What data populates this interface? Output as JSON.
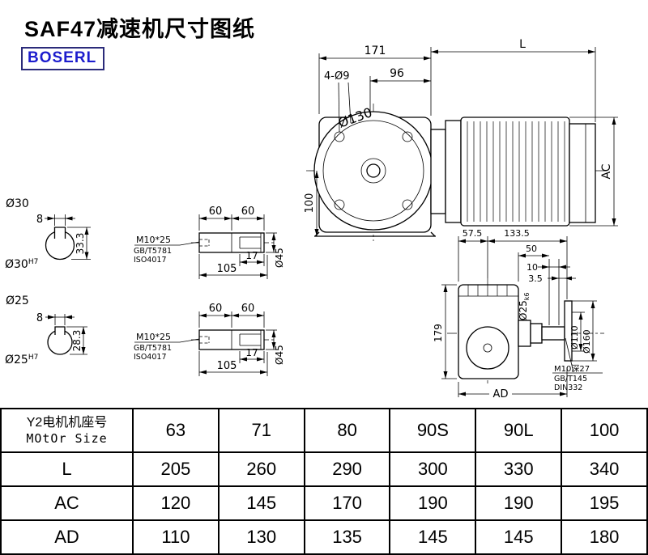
{
  "colors": {
    "logo": "#1c1ccd",
    "logo_border": "#2b2b7a",
    "line": "#000000"
  },
  "title": "SAF47减速机尺寸图纸",
  "logo_text": "BOSERL",
  "front_view": {
    "dim_171": "171",
    "dim_L": "L",
    "dim_96": "96",
    "bolt_holes": "4-Ø9",
    "flange_dia": "Ø130",
    "dim_100": "100",
    "dim_AC": "AC"
  },
  "sections": {
    "d30": "Ø30",
    "d30_fit": "H7",
    "key_w": "8",
    "d30_key_h": "33.3",
    "d25": "Ø25",
    "d25_fit": "H7",
    "d25_key_h": "28.3"
  },
  "shaft": {
    "dim_60": "60",
    "dim_17": "17",
    "dim_105": "105",
    "dim_d45": "Ø45",
    "bolt_spec": "M10*25",
    "bolt_std1": "GB/T5781",
    "bolt_std2": "ISO4017"
  },
  "side_view": {
    "dim_57_5": "57.5",
    "dim_133_5": "133.5",
    "dim_50": "50",
    "dim_10": "10",
    "dim_3_5": "3.5",
    "shaft_dia": "Ø25",
    "shaft_fit": "k6",
    "dim_d110": "Ø110",
    "dim_d160": "Ø160",
    "dim_179": "179",
    "dim_AD": "AD",
    "tap_spec": "M10深27",
    "tap_std1": "GB/T145",
    "tap_std2": "DIN332"
  },
  "table": {
    "header_cn": "Y2电机机座号",
    "header_en": "MOtOr Size",
    "sizes": [
      "63",
      "71",
      "80",
      "90S",
      "90L",
      "100"
    ],
    "rows": [
      {
        "label": "L",
        "values": [
          "205",
          "260",
          "290",
          "300",
          "330",
          "340"
        ]
      },
      {
        "label": "AC",
        "values": [
          "120",
          "145",
          "170",
          "190",
          "190",
          "195"
        ]
      },
      {
        "label": "AD",
        "values": [
          "110",
          "130",
          "135",
          "145",
          "145",
          "180"
        ]
      }
    ]
  }
}
